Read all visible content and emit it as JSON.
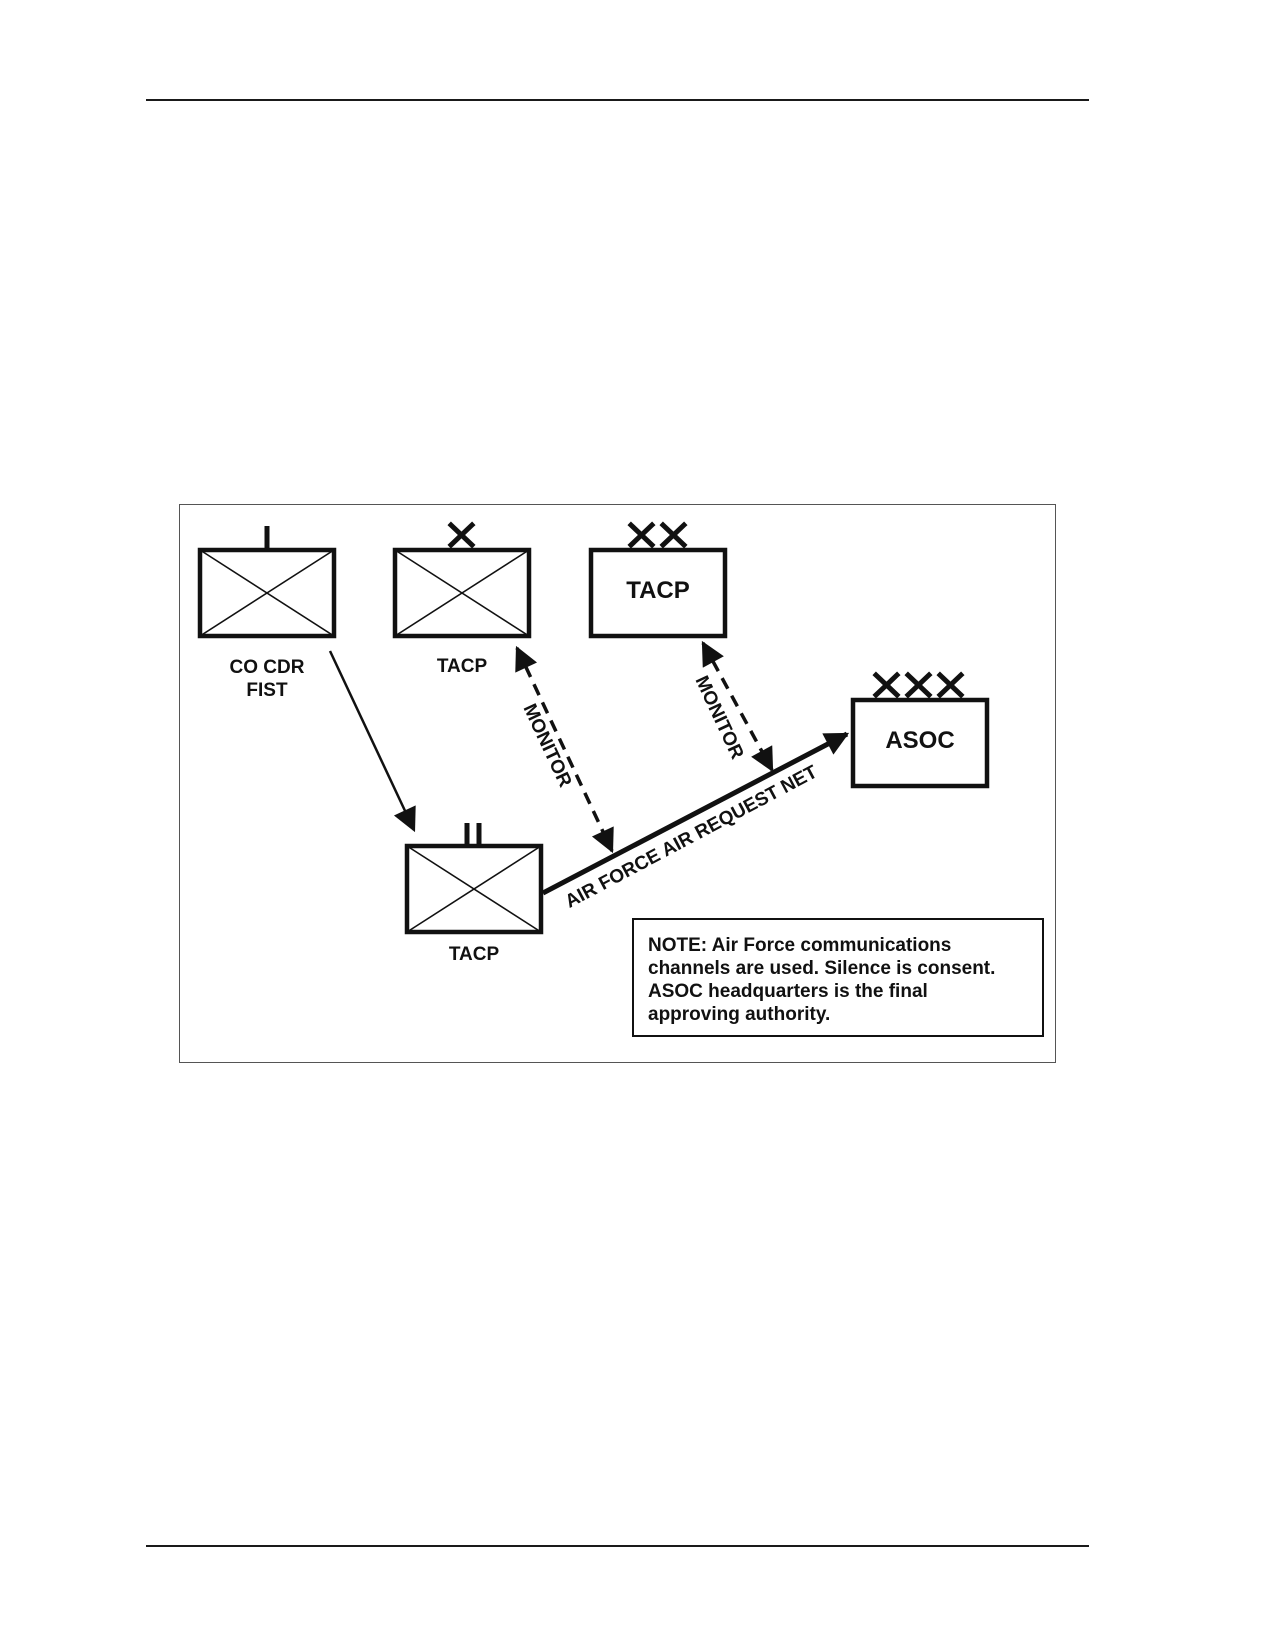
{
  "diagram": {
    "units": [
      {
        "id": "co-cdr-fist",
        "echelon": "company",
        "symbol": "infantry-unit",
        "label_lines": [
          "CO CDR",
          "FIST"
        ]
      },
      {
        "id": "tacp-brigade",
        "echelon": "brigade",
        "symbol": "infantry-unit",
        "label_lines": [
          "TACP"
        ]
      },
      {
        "id": "tacp-division",
        "echelon": "division",
        "symbol": "headquarters",
        "inner_label": "TACP"
      },
      {
        "id": "asoc-corps",
        "echelon": "corps",
        "symbol": "headquarters",
        "inner_label": "ASOC"
      },
      {
        "id": "tacp-battalion",
        "echelon": "battalion",
        "symbol": "infantry-unit",
        "label_lines": [
          "TACP"
        ]
      }
    ],
    "links": [
      {
        "from": "co-cdr-fist",
        "to": "tacp-battalion",
        "style": "solid",
        "label": ""
      },
      {
        "from": "tacp-battalion",
        "to": "asoc-corps",
        "style": "solid",
        "label": "AIR FORCE AIR REQUEST NET"
      },
      {
        "from": "tacp-brigade",
        "to": "air-request-net",
        "style": "dashed-bidirectional",
        "label": "MONITOR"
      },
      {
        "from": "tacp-division",
        "to": "air-request-net",
        "style": "dashed-bidirectional",
        "label": "MONITOR"
      }
    ],
    "labels": {
      "co_cdr": "CO CDR",
      "fist": "FIST",
      "tacp_brigade": "TACP",
      "tacp_division": "TACP",
      "asoc": "ASOC",
      "tacp_battalion": "TACP",
      "air_request_net": "AIR FORCE AIR REQUEST NET",
      "monitor_1": "MONITOR",
      "monitor_2": "MONITOR"
    },
    "note": {
      "lines": [
        "NOTE: Air Force communications",
        "channels are used. Silence is consent.",
        "ASOC headquarters is the final",
        "approving authority."
      ]
    }
  }
}
